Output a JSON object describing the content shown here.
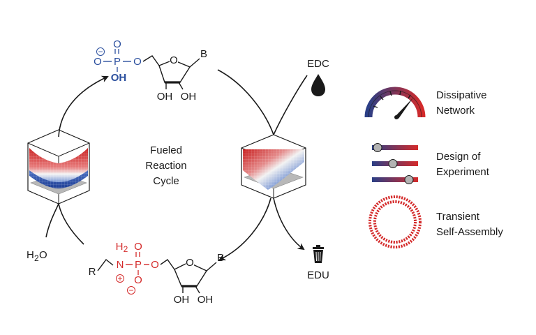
{
  "center_label": [
    "Fueled",
    "Reaction",
    "Cycle"
  ],
  "inputs": {
    "fuel": "EDC",
    "water": "H",
    "water_sub": "2",
    "water_end": "O",
    "waste": "EDU"
  },
  "top_molecule": {
    "charge": "−",
    "o1": "O",
    "p": "P",
    "o_double": "O",
    "oh": "OH",
    "o_link": "O",
    "ring_o": "O",
    "base": "B",
    "oh_left": "OH",
    "oh_right": "OH"
  },
  "bottom_molecule": {
    "r": "R",
    "h2": "H",
    "h2_sub": "2",
    "n": "N",
    "plus": "+",
    "p": "P",
    "o_double": "O",
    "o_link": "O",
    "o_minus": "O",
    "minus": "−",
    "ring_o": "O",
    "base": "B",
    "oh_left": "OH",
    "oh_right": "OH"
  },
  "legend": [
    {
      "line1": "Dissipative",
      "line2": "Network",
      "icon": "gauge-icon"
    },
    {
      "line1": "Design of",
      "line2": "Experiment",
      "icon": "sliders-icon"
    },
    {
      "line1": "Transient",
      "line2": "Self-Assembly",
      "icon": "vesicle-icon"
    }
  ],
  "colors": {
    "red": "#d42a2a",
    "blue": "#2b4f9e",
    "dark": "#1a1a1a",
    "gray": "#b8b8b8"
  }
}
